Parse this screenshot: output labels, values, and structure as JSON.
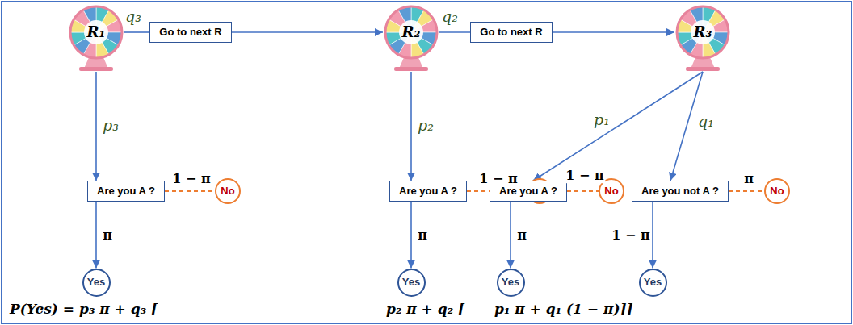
{
  "diagram": {
    "nodes": [
      {
        "text": [
          "R₁"
        ]
      },
      {
        "text": [
          "Go to next R"
        ]
      },
      {
        "text": [
          "R₂"
        ]
      },
      {
        "text": [
          "Go to next R"
        ]
      },
      {
        "text": [
          "R₃"
        ]
      },
      {
        "text": [
          "Are you A ?"
        ]
      },
      {
        "text": [
          "No"
        ]
      },
      {
        "text": [
          "Yes"
        ]
      },
      {
        "text": [
          "Are you A ?"
        ]
      },
      {
        "text": [
          "No"
        ]
      },
      {
        "text": [
          "Yes"
        ]
      },
      {
        "text": [
          "Are you A ?"
        ]
      },
      {
        "text": [
          "No"
        ]
      },
      {
        "text": [
          "Are you not A ?"
        ]
      },
      {
        "text": [
          "No"
        ]
      },
      {
        "text": [
          "Yes"
        ]
      },
      {
        "text": [
          "Yes"
        ]
      }
    ],
    "edges": [
      {
        "from": 0,
        "to": 1,
        "arrow": "none",
        "label": "q₃"
      },
      {
        "from": 1,
        "to": 2,
        "arrow": "to"
      },
      {
        "from": 2,
        "to": 3,
        "arrow": "none",
        "label": "q₂"
      },
      {
        "from": 3,
        "to": 4,
        "arrow": "to"
      },
      {
        "from": 0,
        "to": 5,
        "arrow": "to",
        "label": "p₃"
      },
      {
        "from": 5,
        "to": 6,
        "arrow": "none",
        "label": "1 − π"
      },
      {
        "from": 5,
        "to": 7,
        "arrow": "to",
        "label": "π"
      },
      {
        "from": 2,
        "to": 8,
        "arrow": "to",
        "label": "p₂"
      },
      {
        "from": 8,
        "to": 9,
        "arrow": "none",
        "label": "1 − π"
      },
      {
        "from": 8,
        "to": 10,
        "arrow": "to",
        "label": "π"
      },
      {
        "from": 4,
        "to": 11,
        "arrow": "to",
        "label": "p₁"
      },
      {
        "from": 4,
        "to": 13,
        "arrow": "to",
        "label": "q₁"
      },
      {
        "from": 11,
        "to": 12,
        "arrow": "none",
        "label": "1 − π"
      },
      {
        "from": 11,
        "to": 15,
        "arrow": "to",
        "label": "π"
      },
      {
        "from": 13,
        "to": 14,
        "arrow": "none",
        "label": "π"
      },
      {
        "from": 13,
        "to": 16,
        "arrow": "to",
        "label": "1 − π"
      }
    ],
    "labels": [
      "P(Yes) = p₃ π + q₃ [",
      "p₂ π + q₂ [",
      "p₁ π + q₁ (1 − π)]]"
    ]
  }
}
